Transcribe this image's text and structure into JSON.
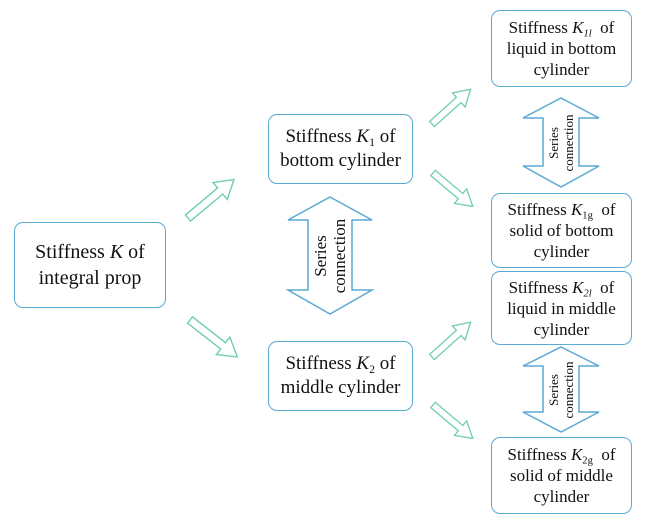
{
  "nodes": {
    "integral": {
      "pre": "Stiffness ",
      "sym": "K",
      "sub": "",
      "post": " of",
      "line2": "integral prop"
    },
    "k1": {
      "pre": "Stiffness ",
      "sym": "K",
      "sub": "1",
      "post": " of",
      "line2": "bottom cylinder"
    },
    "k2": {
      "pre": "Stiffness ",
      "sym": "K",
      "sub": "2",
      "post": " of",
      "line2": "middle cylinder"
    },
    "k1l": {
      "pre": "Stiffness ",
      "sym": "K",
      "sub": "1l",
      "post": "  of",
      "line2": "liquid in bottom",
      "line3": "cylinder"
    },
    "k1g": {
      "pre": "Stiffness ",
      "sym": "K",
      "sub": "1g",
      "post": "  of",
      "line2": "solid of bottom",
      "line3": "cylinder"
    },
    "k2l": {
      "pre": "Stiffness ",
      "sym": "K",
      "sub": "2l",
      "post": "  of",
      "line2": "liquid in middle",
      "line3": "cylinder"
    },
    "k2g": {
      "pre": "Stiffness ",
      "sym": "K",
      "sub": "2g",
      "post": "  of",
      "line2": "solid of middle",
      "line3": "cylinder"
    }
  },
  "connections": {
    "main": {
      "line1": "Series",
      "line2": "connection"
    },
    "bottom": {
      "line1": "Series",
      "line2": "connection"
    },
    "middle": {
      "line1": "Series",
      "line2": "connection"
    }
  },
  "colors": {
    "border": "#5aa9d4",
    "arrow_stroke": "#5aa9d4",
    "green_arrow": "#6fcfa8"
  }
}
